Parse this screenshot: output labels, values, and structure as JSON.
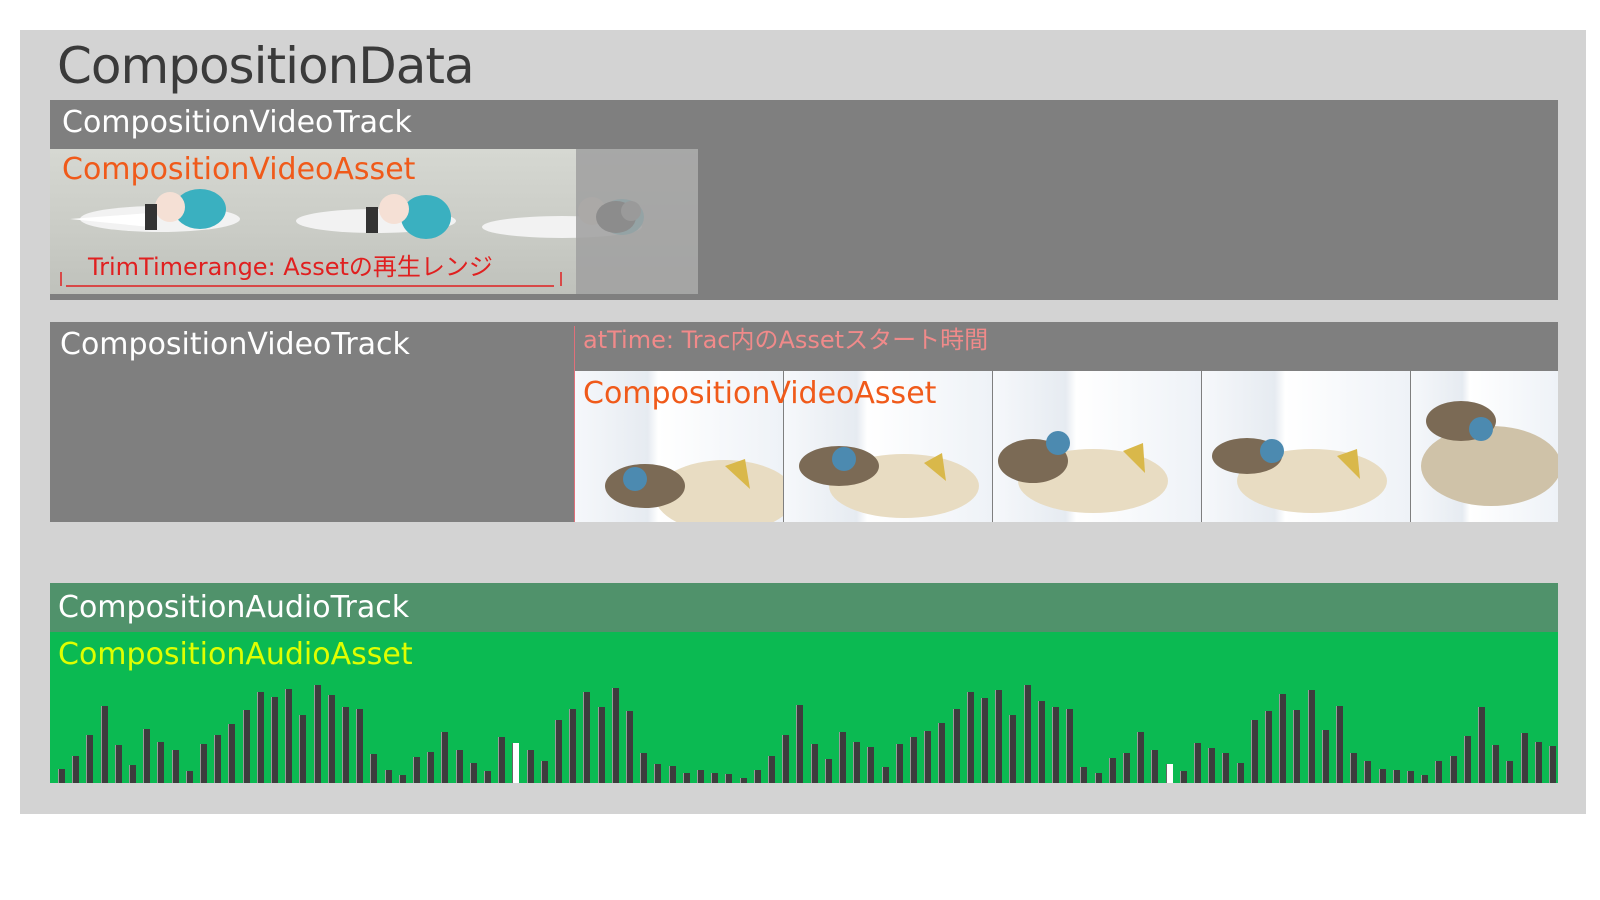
{
  "title": "CompositionData",
  "tracks": [
    {
      "label": "CompositionVideoTrack",
      "asset_label": "CompositionVideoAsset",
      "annotation": "TrimTimerange: Assetの再生レンジ"
    },
    {
      "label": "CompositionVideoTrack",
      "asset_label": "CompositionVideoAsset",
      "annotation": "atTime: Trac内のAssetスタート時間"
    },
    {
      "label": "CompositionAudioTrack",
      "asset_label": "CompositionAudioAsset"
    }
  ],
  "colors": {
    "background": "#d3d3d3",
    "video_track": "#7f7f7f",
    "audio_track_header": "#50926b",
    "audio_asset": "#0bba52",
    "asset_label": "#f05a1a",
    "annotation": "#e02020",
    "audio_asset_label": "#dfff00"
  },
  "waveform": [
    0.14,
    0.27,
    0.48,
    0.77,
    0.38,
    0.18,
    0.54,
    0.41,
    0.33,
    0.12,
    0.39,
    0.48,
    0.59,
    0.73,
    0.91,
    0.86,
    0.94,
    0.68,
    0.98,
    0.88,
    0.76,
    0.74,
    0.29,
    0.13,
    0.08,
    0.26,
    0.31,
    0.51,
    0.33,
    0.2,
    0.12,
    0.46,
    0.4,
    0.33,
    0.22,
    0.63,
    0.74,
    0.91,
    0.76,
    0.95,
    0.72,
    0.3,
    0.19,
    0.17,
    0.1,
    0.13,
    0.1,
    0.09,
    0.05,
    0.13,
    0.27,
    0.48,
    0.78,
    0.39,
    0.24,
    0.51,
    0.41,
    0.36,
    0.16,
    0.39,
    0.46,
    0.52,
    0.6,
    0.74,
    0.91,
    0.85,
    0.93,
    0.68,
    0.98,
    0.82,
    0.76,
    0.74,
    0.16,
    0.1,
    0.25,
    0.3,
    0.51,
    0.33,
    0.19,
    0.12,
    0.4,
    0.35,
    0.3,
    0.2,
    0.63,
    0.72,
    0.89,
    0.73,
    0.93,
    0.53,
    0.77,
    0.3,
    0.22,
    0.14,
    0.13,
    0.12,
    0.08,
    0.22,
    0.27,
    0.47,
    0.76,
    0.38,
    0.22,
    0.5,
    0.41,
    0.37,
    0.19
  ],
  "waveform_highlights": [
    32,
    78
  ]
}
